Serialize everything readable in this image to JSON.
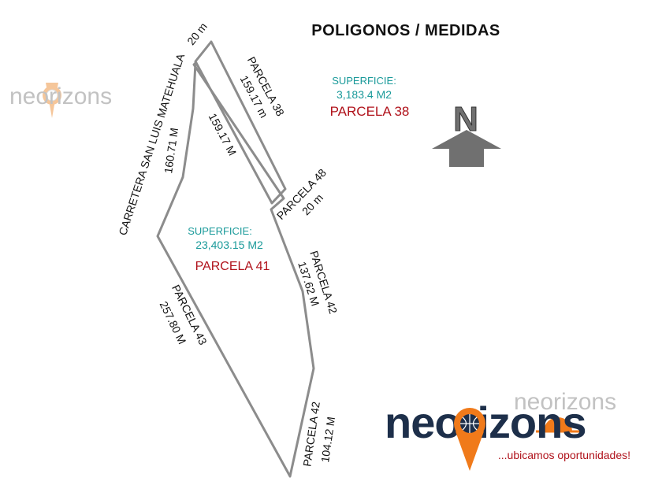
{
  "title": "POLIGONOS / MEDIDAS",
  "parcel_38": {
    "area_label": "SUPERFICIE:",
    "area_value": "3,183.4 M2",
    "name": "PARCELA 38"
  },
  "parcel_41": {
    "area_label": "SUPERFICIE:",
    "area_value": "23,403.15 M2",
    "name": "PARCELA 41"
  },
  "edges": {
    "top_width": "20 m",
    "road_name": "CARRETERA SAN LUIS MATEHUALA",
    "road_length": "160.71 M",
    "p38_name": "PARCELA 38",
    "p38_length": "159.17 m",
    "inner_length": "159.17 M",
    "p48_name": "PARCELA 48",
    "p48_length": "20 m",
    "p42a_name": "PARCELA 42",
    "p42a_length": "137.62 M",
    "p43_name": "PARCELA 43",
    "p43_length": "257.80 M",
    "p42b_name": "PARCELA 42",
    "p42b_length": "104.12 M"
  },
  "north_letter": "N",
  "watermark_brand": "neorizons",
  "logo": {
    "brand": "neorizons",
    "small_brand": "neorizons",
    "tagline": "...ubicamos oportunidades!"
  },
  "colors": {
    "area_text": "#1a9a9a",
    "parcel_name": "#b0121b",
    "polygon_stroke": "#8c8c8c",
    "arrow": "#707070",
    "logo_navy": "#1d2f4a",
    "logo_orange": "#f07a1a",
    "watermark_gray": "#c2c2c2"
  }
}
